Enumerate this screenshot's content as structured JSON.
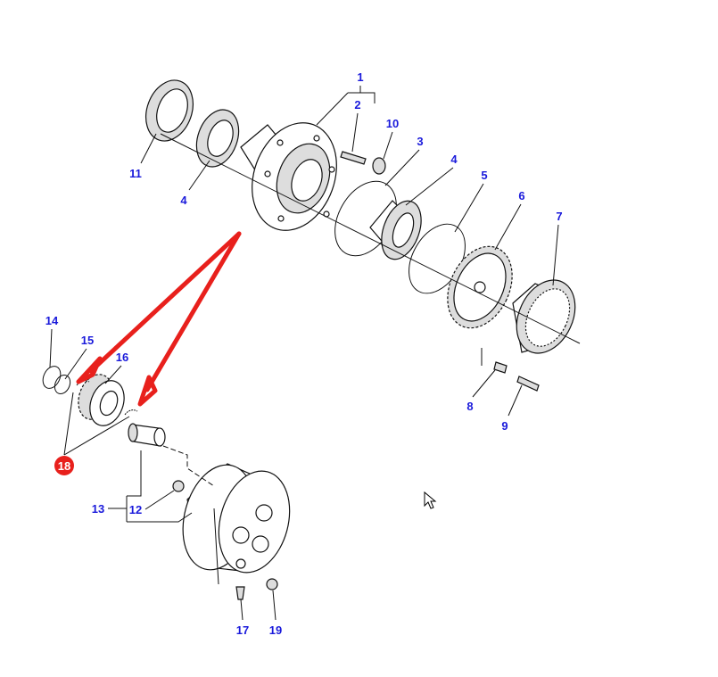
{
  "diagram": {
    "callouts": {
      "p1": "1",
      "p2": "2",
      "p3": "3",
      "p4a": "4",
      "p4b": "4",
      "p5": "5",
      "p6": "6",
      "p7": "7",
      "p8": "8",
      "p9": "9",
      "p10": "10",
      "p11": "11",
      "p12": "12",
      "p13": "13",
      "p14": "14",
      "p15": "15",
      "p16": "16",
      "p17": "17",
      "p19": "19"
    },
    "highlighted_part": "18",
    "colors": {
      "callout": "#1a1adb",
      "highlight": "#e8201c"
    }
  }
}
